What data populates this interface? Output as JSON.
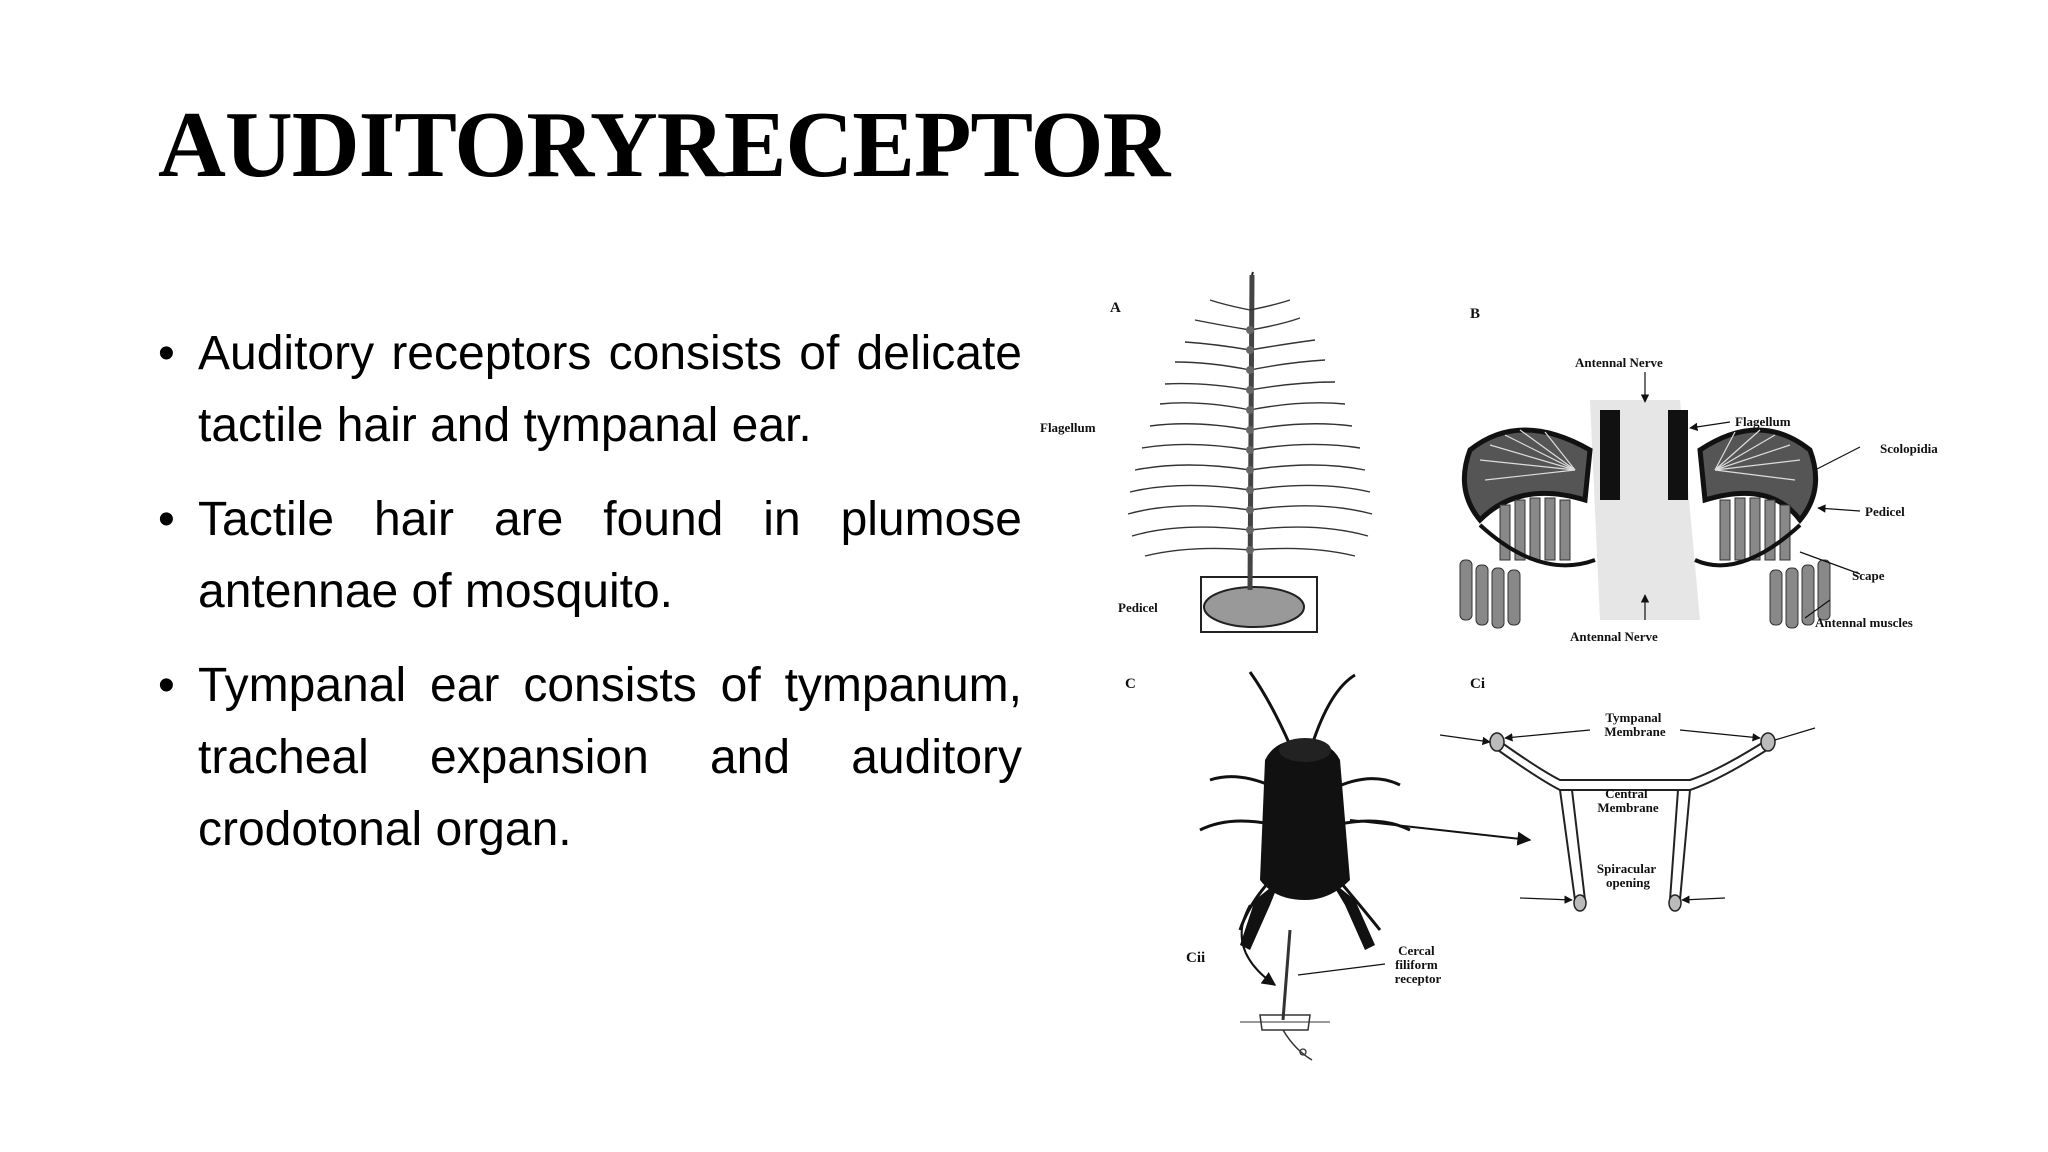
{
  "slide": {
    "title": "AUDITORYRECEPTOR",
    "bullets": [
      "Auditory receptors consists of delicate tactile hair and tympanal ear.",
      "Tactile hair are found in plumose antennae of mosquito.",
      "Tympanal ear consists of tympanum, tracheal expansion and auditory crodotonal organ."
    ],
    "bullet_symbol": "•"
  },
  "figure": {
    "panel_a": {
      "letter": "A",
      "flagellum": "Flagellum",
      "pedicel": "Pedicel"
    },
    "panel_b": {
      "letter": "B",
      "antennal_nerve_top": "Antennal Nerve",
      "flagellum": "Flagellum",
      "scolopidia": "Scolopidia",
      "pedicel": "Pedicel",
      "scape": "Scape",
      "antennal_muscles": "Antennal muscles",
      "antennal_nerve_bottom": "Antennal Nerve"
    },
    "panel_c": {
      "letter": "C"
    },
    "panel_ci": {
      "letter": "Ci",
      "tympanal_line1": "Tympanal",
      "tympanal_line2": "Membrane",
      "central_line1": "Central",
      "central_line2": "Membrane",
      "spiracular_line1": "Spiracular",
      "spiracular_line2": "opening"
    },
    "panel_cii": {
      "letter": "Cii",
      "cercal_line1": "Cercal",
      "cercal_line2": "filiform",
      "cercal_line3": "receptor"
    }
  }
}
